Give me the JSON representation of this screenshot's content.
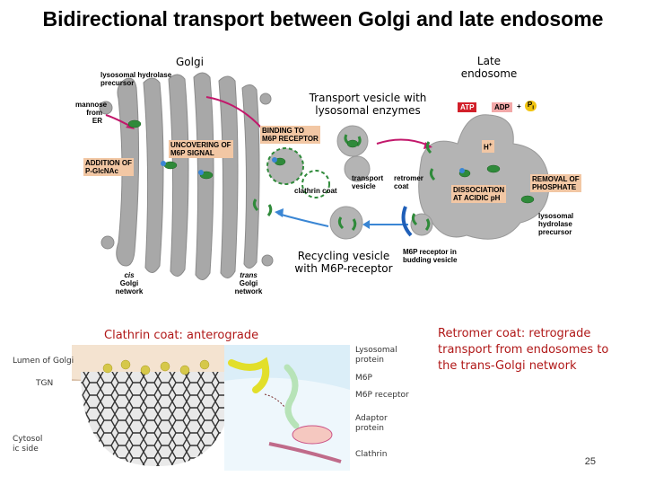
{
  "title": "Bidirectional transport between Golgi and late endosome",
  "labels": {
    "golgi": "Golgi",
    "late_endosome": [
      "Late",
      "endosome"
    ],
    "transport_vesicle_enzymes": [
      "Transport vesicle with",
      "lysosomal enzymes"
    ],
    "recycling_vesicle": [
      "Recycling vesicle",
      "with M6P-receptor"
    ]
  },
  "diagram": {
    "lysosomal_hydrolase_precursor": [
      "lysosomal hydrolase",
      "precursor"
    ],
    "mannose_from_er": [
      "mannose",
      "from ER"
    ],
    "addition_of": [
      "ADDITION OF",
      "P-GlcNAc"
    ],
    "uncovering": [
      "UNCOVERING OF",
      "M6P SIGNAL"
    ],
    "binding": [
      "BINDING TO",
      "M6P RECEPTOR"
    ],
    "clathrin_coat": "clathrin coat",
    "transport_vesicle": [
      "transport",
      "vesicle"
    ],
    "retromer_coat": [
      "retromer",
      "coat"
    ],
    "atp": "ATP",
    "adp": "ADP",
    "plus": "+",
    "pi": "P",
    "pi_sub": "i",
    "h_plus": "H",
    "h_sup": "+",
    "dissociation": [
      "DISSOCIATION",
      "AT ACIDIC pH"
    ],
    "removal": [
      "REMOVAL OF",
      "PHOSPHATE"
    ],
    "lysosomal_hydrolase_precursor_right": [
      "lysosomal",
      "hydrolase",
      "precursor"
    ],
    "m6p_receptor_budding": [
      "M6P receptor in",
      "budding vesicle"
    ],
    "cis_golgi": [
      "cis",
      "Golgi",
      "network"
    ],
    "trans_golgi": [
      "trans",
      "Golgi",
      "network"
    ]
  },
  "clathrin_section": {
    "heading_red": "Clathrin coat:",
    "heading_rest": " anterograde",
    "lumen": "Lumen of Golgi",
    "tgn": "TGN",
    "cytosol": [
      "Cytosol",
      "ic side"
    ],
    "lysosomal_protein": [
      "Lysosomal",
      "protein"
    ],
    "m6p": "M6P",
    "m6p_receptor": "M6P receptor",
    "adaptor": [
      "Adaptor",
      "protein"
    ],
    "clathrin": "Clathrin"
  },
  "retromer_section": {
    "heading_red": "Retromer coat:",
    "text_line1": " retrograde",
    "text_line2": "transport from endosomes to",
    "text_line3": "the trans-Golgi network"
  },
  "page_number": "25",
  "colors": {
    "golgi_grey": "#a8a8a8",
    "endosome_grey": "#b4b4b4",
    "orange_box": "#f2c7a4",
    "magenta_arrow": "#c2186b",
    "blue_arrow": "#3a86d4",
    "green": "#2f8a3a",
    "red_text": "#b01818",
    "atp_red": "#d2202a"
  }
}
